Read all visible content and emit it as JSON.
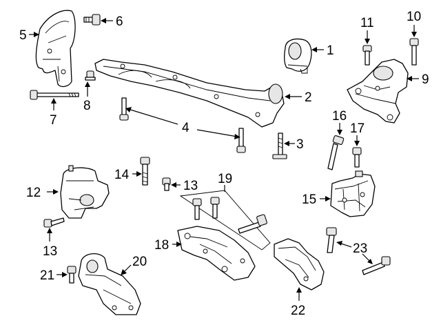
{
  "diagram": {
    "callouts": [
      "1",
      "2",
      "3",
      "4",
      "5",
      "6",
      "7",
      "8",
      "9",
      "10",
      "11",
      "12",
      "13",
      "13",
      "14",
      "15",
      "16",
      "17",
      "18",
      "19",
      "20",
      "21",
      "22",
      "23"
    ]
  }
}
